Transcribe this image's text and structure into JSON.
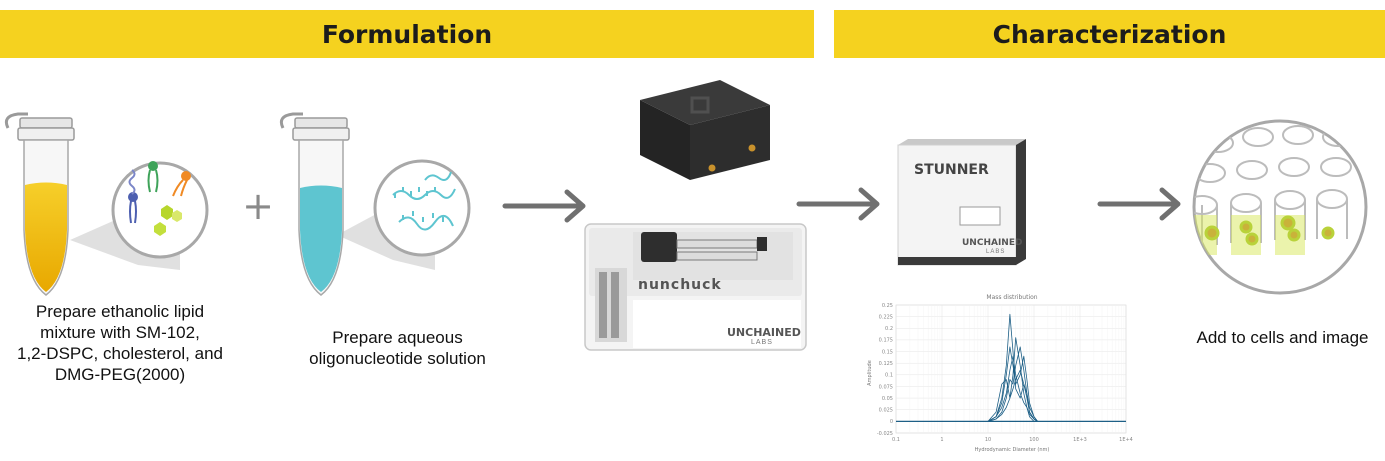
{
  "banners": {
    "formulation": "Formulation",
    "characterization": "Characterization"
  },
  "steps": {
    "lipid": {
      "caption_lines": [
        "Prepare ethanolic lipid",
        "mixture with SM-102,",
        "1,2-DSPC, cholesterol, and",
        "DMG-PEG(2000)"
      ]
    },
    "aqueous": {
      "caption_lines": [
        "Prepare aqueous",
        "oligonucleotide solution"
      ]
    },
    "image": {
      "caption": "Add to cells and image"
    }
  },
  "devices": {
    "nunchuck": {
      "brand_label": "nunchuck",
      "maker_label": "UNCHAINED",
      "maker_sub": "LABS"
    },
    "stunner": {
      "brand_label": "STUNNER",
      "maker_label": "UNCHAINED",
      "maker_sub": "LABS"
    }
  },
  "symbols": {
    "plus": "+"
  },
  "colors": {
    "banner": "#f5d21f",
    "lipid_liquid": "#f2bd0c",
    "aqueous_liquid": "#5ec5d0",
    "arrow": "#707070",
    "curve": "#1d5f86"
  },
  "chart_data": {
    "type": "line",
    "title": "Mass distribution",
    "xlabel": "Hydrodynamic Diameter (nm)",
    "ylabel": "Amplitude",
    "x_scale": "log",
    "x_ticks": [
      "0.1",
      "1",
      "10",
      "100",
      "1E+3",
      "1E+4"
    ],
    "y_ticks": [
      "0.25",
      "0.225",
      "0.2",
      "0.175",
      "0.15",
      "0.125",
      "0.1",
      "0.075",
      "0.05",
      "0.025",
      "0",
      "-0.025"
    ],
    "ylim": [
      -0.025,
      0.25
    ],
    "xlim": [
      0.1,
      10000
    ],
    "grid": true,
    "series": [
      {
        "x": [
          10,
          15,
          20,
          25,
          30,
          35,
          40,
          50,
          60,
          70,
          80,
          100,
          120
        ],
        "y": [
          0,
          0.01,
          0.05,
          0.12,
          0.23,
          0.15,
          0.07,
          0.05,
          0.08,
          0.06,
          0.03,
          0.01,
          0
        ]
      },
      {
        "x": [
          10,
          15,
          20,
          25,
          30,
          35,
          40,
          50,
          60,
          70,
          80,
          100,
          120
        ],
        "y": [
          0,
          0.02,
          0.08,
          0.09,
          0.05,
          0.1,
          0.18,
          0.12,
          0.06,
          0.03,
          0.01,
          0,
          0
        ]
      },
      {
        "x": [
          10,
          15,
          20,
          25,
          30,
          35,
          40,
          50,
          60,
          70,
          80,
          100,
          120
        ],
        "y": [
          0,
          0.01,
          0.04,
          0.1,
          0.16,
          0.12,
          0.08,
          0.1,
          0.14,
          0.09,
          0.04,
          0.01,
          0
        ]
      },
      {
        "x": [
          10,
          15,
          20,
          25,
          30,
          35,
          40,
          50,
          60,
          70,
          80,
          100,
          120
        ],
        "y": [
          0,
          0.005,
          0.02,
          0.05,
          0.09,
          0.08,
          0.12,
          0.16,
          0.11,
          0.06,
          0.02,
          0.005,
          0
        ]
      },
      {
        "x": [
          10,
          15,
          20,
          25,
          30,
          35,
          40,
          50,
          60,
          70,
          80,
          100,
          120
        ],
        "y": [
          0,
          0.01,
          0.03,
          0.06,
          0.11,
          0.14,
          0.1,
          0.06,
          0.04,
          0.03,
          0.015,
          0.005,
          0
        ]
      },
      {
        "x": [
          10,
          15,
          20,
          25,
          30,
          35,
          40,
          50,
          60,
          70,
          80,
          100,
          120
        ],
        "y": [
          0,
          0.005,
          0.015,
          0.03,
          0.05,
          0.07,
          0.09,
          0.11,
          0.08,
          0.05,
          0.02,
          0.005,
          0
        ]
      }
    ]
  }
}
